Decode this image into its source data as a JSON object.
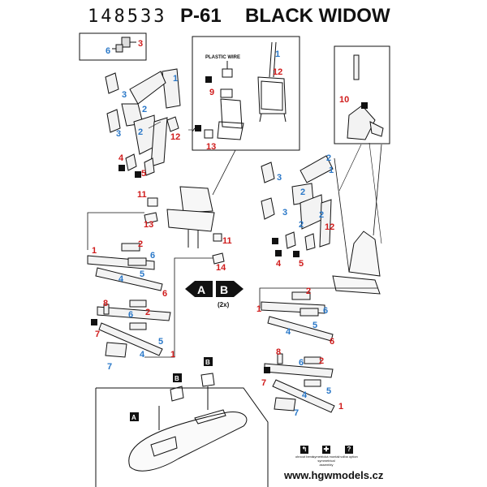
{
  "header": {
    "code": "148533",
    "model": "P-61",
    "name": "BLACK WIDOW"
  },
  "labels": {
    "plastic_wire": "PLASTIC WIRE",
    "view_a": "A",
    "view_b": "B",
    "count": "(2x)",
    "box_a": "A",
    "box_b1": "B",
    "box_b2": "B"
  },
  "legend": [
    {
      "icon": "bend-icon",
      "symbol": "↰",
      "text": "ohnout bend"
    },
    {
      "icon": "symmetric-icon",
      "symbol": "✚",
      "text": "symetrická montáž symmetrical assembly"
    },
    {
      "icon": "option-icon",
      "symbol": "?",
      "text": "volba option"
    }
  ],
  "footer": {
    "url": "www.hgwmodels.cz"
  },
  "colors": {
    "red": "#d01c1c",
    "blue": "#2a78c8",
    "ink": "#111111"
  }
}
